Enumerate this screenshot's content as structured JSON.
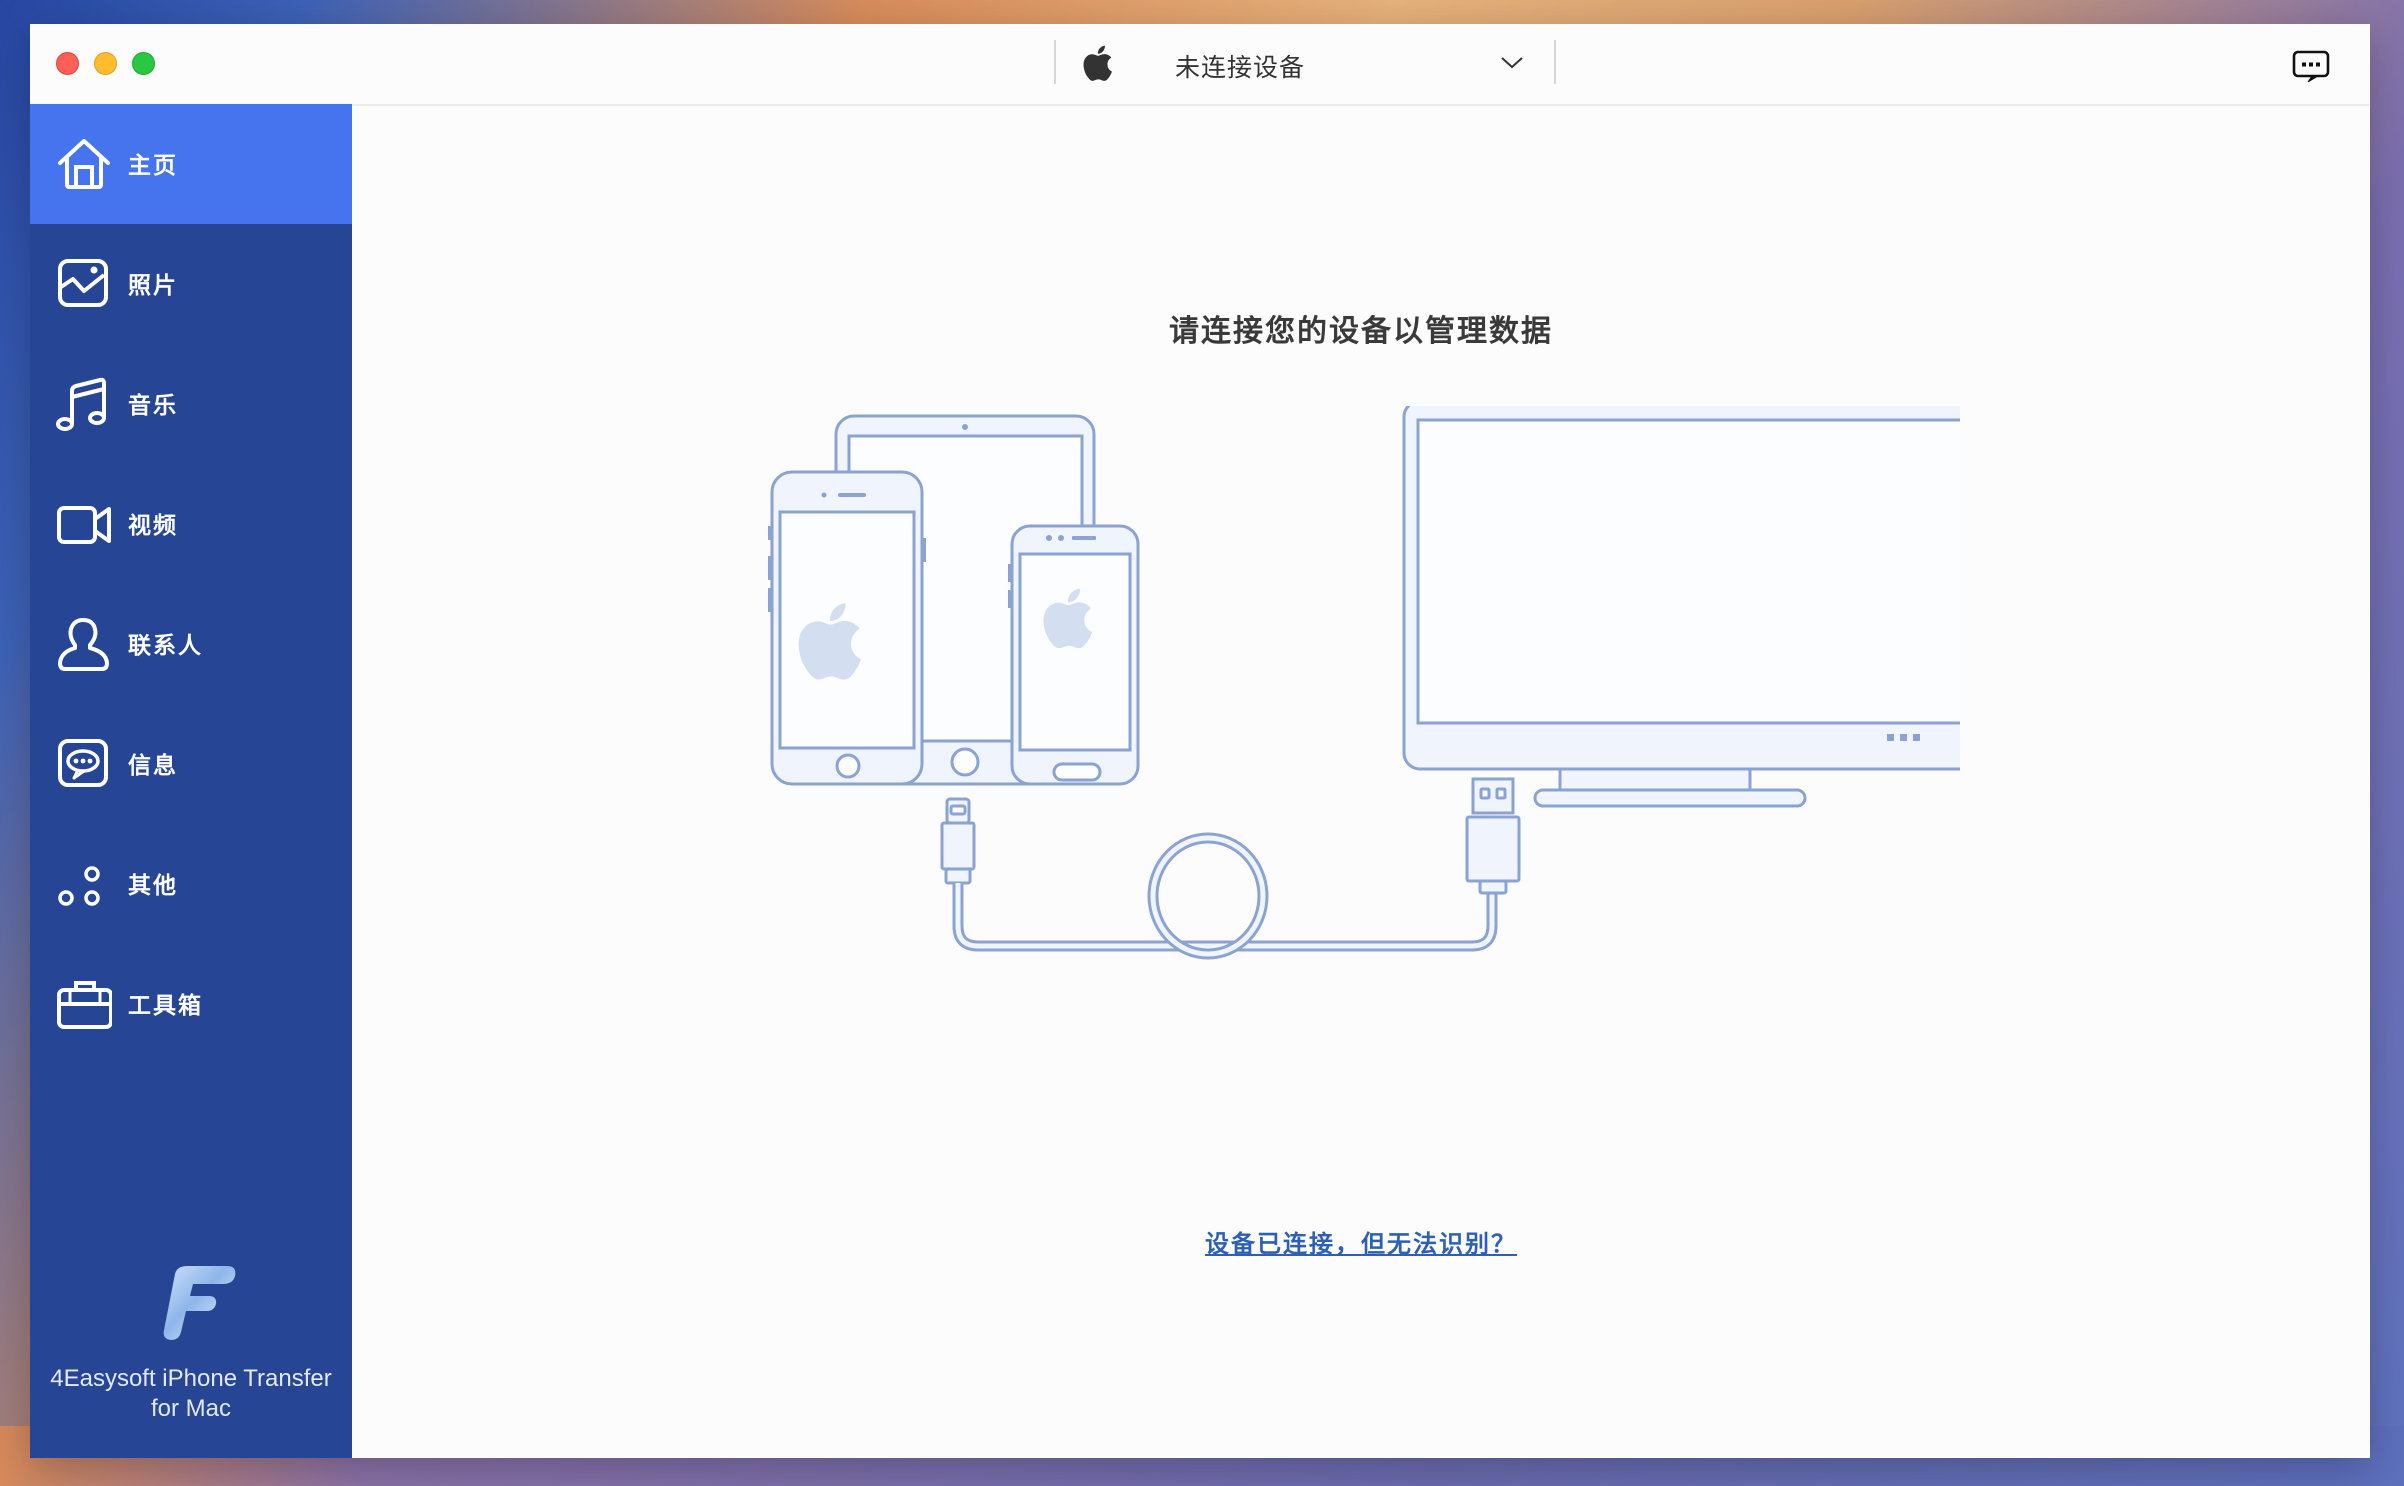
{
  "window": {
    "traffic_lights": [
      "close",
      "minimize",
      "maximize"
    ]
  },
  "titlebar": {
    "device_icon": "apple-icon",
    "device_selector_label": "未连接设备",
    "device_selector_icon": "chevron-down-icon",
    "feedback_icon": "chat-bubble-icon"
  },
  "sidebar": {
    "items": [
      {
        "label": "主页",
        "icon": "home-icon",
        "active": true
      },
      {
        "label": "照片",
        "icon": "photo-icon",
        "active": false
      },
      {
        "label": "音乐",
        "icon": "music-icon",
        "active": false
      },
      {
        "label": "视频",
        "icon": "video-icon",
        "active": false
      },
      {
        "label": "联系人",
        "icon": "contact-icon",
        "active": false
      },
      {
        "label": "信息",
        "icon": "message-icon",
        "active": false
      },
      {
        "label": "其他",
        "icon": "others-icon",
        "active": false
      },
      {
        "label": "工具箱",
        "icon": "toolbox-icon",
        "active": false
      }
    ],
    "brand": {
      "line1": "4Easysoft iPhone Transfer",
      "line2": "for Mac"
    }
  },
  "main": {
    "title": "请连接您的设备以管理数据",
    "help_link": "设备已连接，但无法识别？"
  },
  "colors": {
    "sidebar_bg": "#274595",
    "sidebar_active": "#4674ee",
    "link": "#2c5fb8",
    "illustration_stroke": "#8aa3d3",
    "illustration_fill": "#eff4fd"
  }
}
